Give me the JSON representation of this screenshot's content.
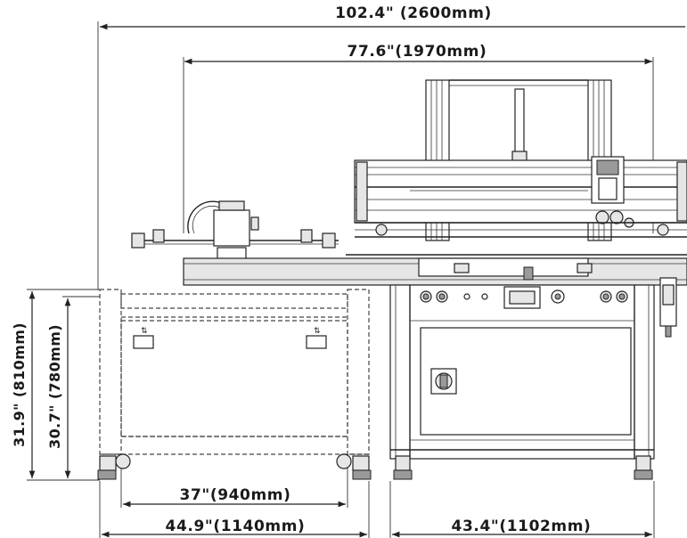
{
  "dimensions": {
    "overall_width": "102.4\" (2600mm)",
    "printing_width": "77.6\"(1970mm)",
    "overall_height": "31.9\" (810mm)",
    "table_height": "30.7\" (780mm)",
    "table_inner_width": "37\"(940mm)",
    "table_outer_width": "44.9\"(1140mm)",
    "machine_base_width": "43.4\"(1102mm)"
  }
}
